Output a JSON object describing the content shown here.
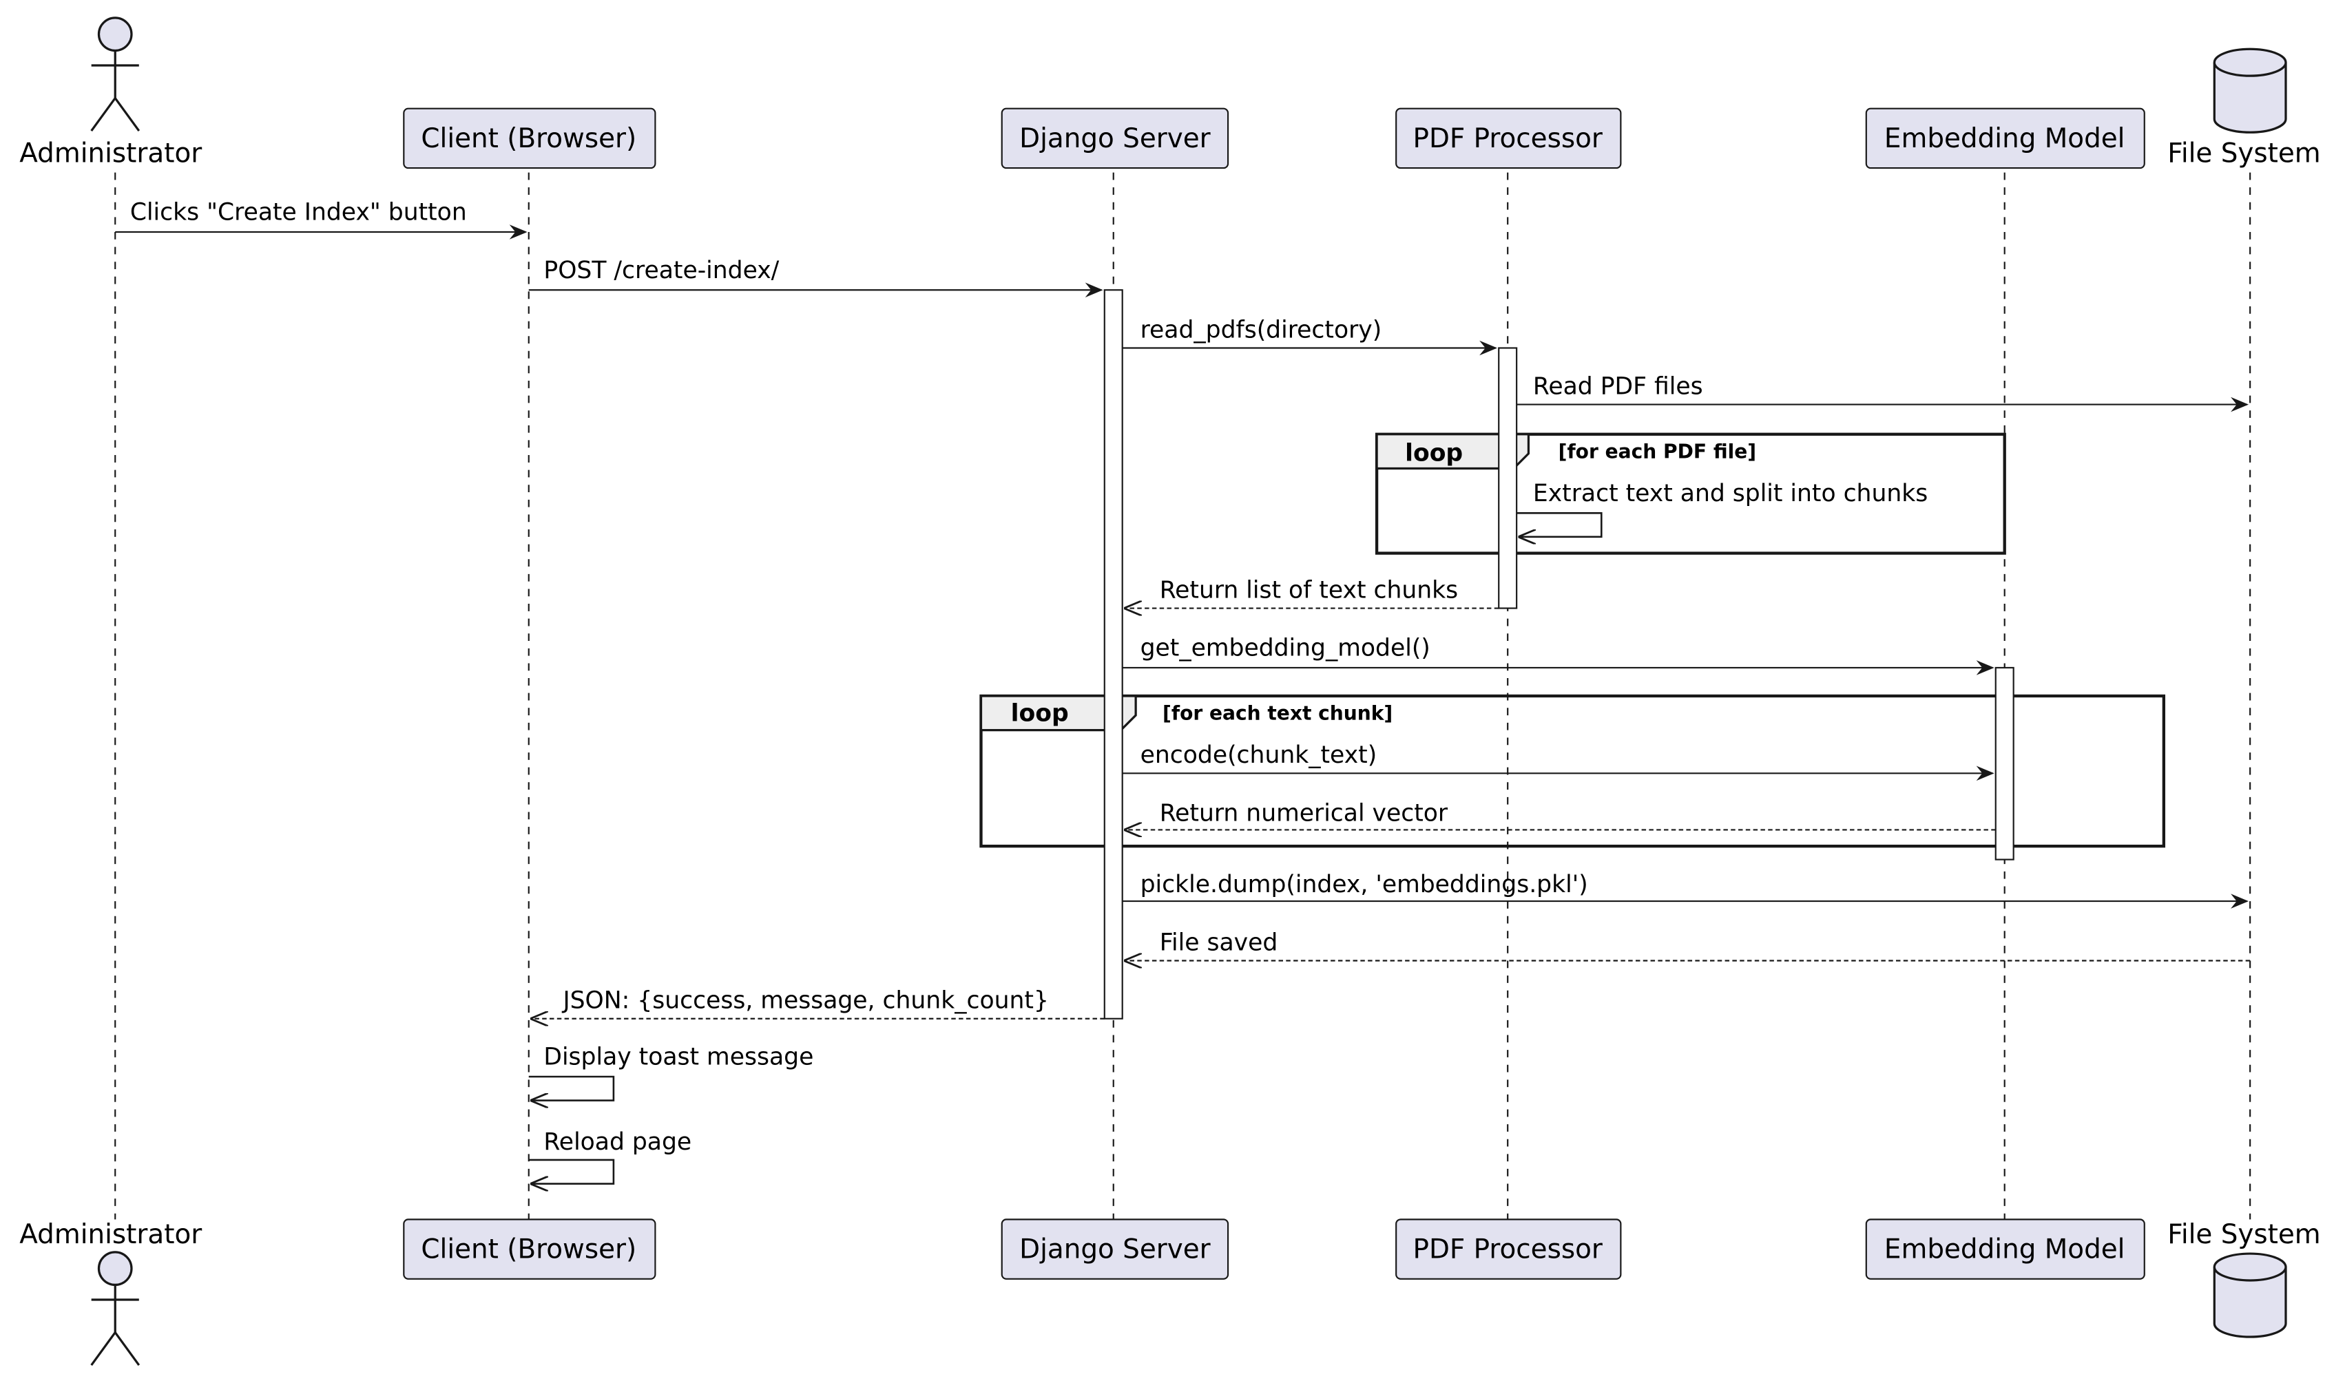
{
  "colors": {
    "participant_fill": "#e2e2f0",
    "participant_stroke": "#181818",
    "line": "#181818",
    "lifeline": "#181818",
    "loop_header_fill": "#eeeeee",
    "activation_fill": "#ffffff"
  },
  "participants": [
    {
      "id": "admin",
      "label": "Administrator",
      "kind": "actor",
      "icon": "actor-icon"
    },
    {
      "id": "client",
      "label": "Client (Browser)",
      "kind": "box"
    },
    {
      "id": "django",
      "label": "Django Server",
      "kind": "box"
    },
    {
      "id": "pdf",
      "label": "PDF Processor",
      "kind": "box"
    },
    {
      "id": "embed",
      "label": "Embedding Model",
      "kind": "box"
    },
    {
      "id": "fs",
      "label": "File System",
      "kind": "database",
      "icon": "database-icon"
    }
  ],
  "messages": [
    {
      "from": "admin",
      "to": "client",
      "label": "Clicks \"Create Index\" button",
      "style": "solid"
    },
    {
      "from": "client",
      "to": "django",
      "label": "POST /create-index/",
      "style": "solid"
    },
    {
      "from": "django",
      "to": "pdf",
      "label": "read_pdfs(directory)",
      "style": "solid"
    },
    {
      "from": "pdf",
      "to": "fs",
      "label": "Read PDF files",
      "style": "solid"
    },
    {
      "from": "pdf",
      "to": "pdf",
      "label": "Extract text and split into chunks",
      "style": "self"
    },
    {
      "from": "pdf",
      "to": "django",
      "label": "Return list of text chunks",
      "style": "dashed"
    },
    {
      "from": "django",
      "to": "embed",
      "label": "get_embedding_model()",
      "style": "solid"
    },
    {
      "from": "django",
      "to": "embed",
      "label": "encode(chunk_text)",
      "style": "solid"
    },
    {
      "from": "embed",
      "to": "django",
      "label": "Return numerical vector",
      "style": "dashed"
    },
    {
      "from": "django",
      "to": "fs",
      "label": "pickle.dump(index, 'embeddings.pkl')",
      "style": "solid"
    },
    {
      "from": "fs",
      "to": "django",
      "label": "File saved",
      "style": "dashed"
    },
    {
      "from": "django",
      "to": "client",
      "label": "JSON: {success, message, chunk_count}",
      "style": "dashed"
    },
    {
      "from": "client",
      "to": "client",
      "label": "Display toast message",
      "style": "self"
    },
    {
      "from": "client",
      "to": "client",
      "label": "Reload page",
      "style": "self"
    }
  ],
  "fragments": [
    {
      "keyword": "loop",
      "condition": "[for each PDF file]"
    },
    {
      "keyword": "loop",
      "condition": "[for each text chunk]"
    }
  ]
}
